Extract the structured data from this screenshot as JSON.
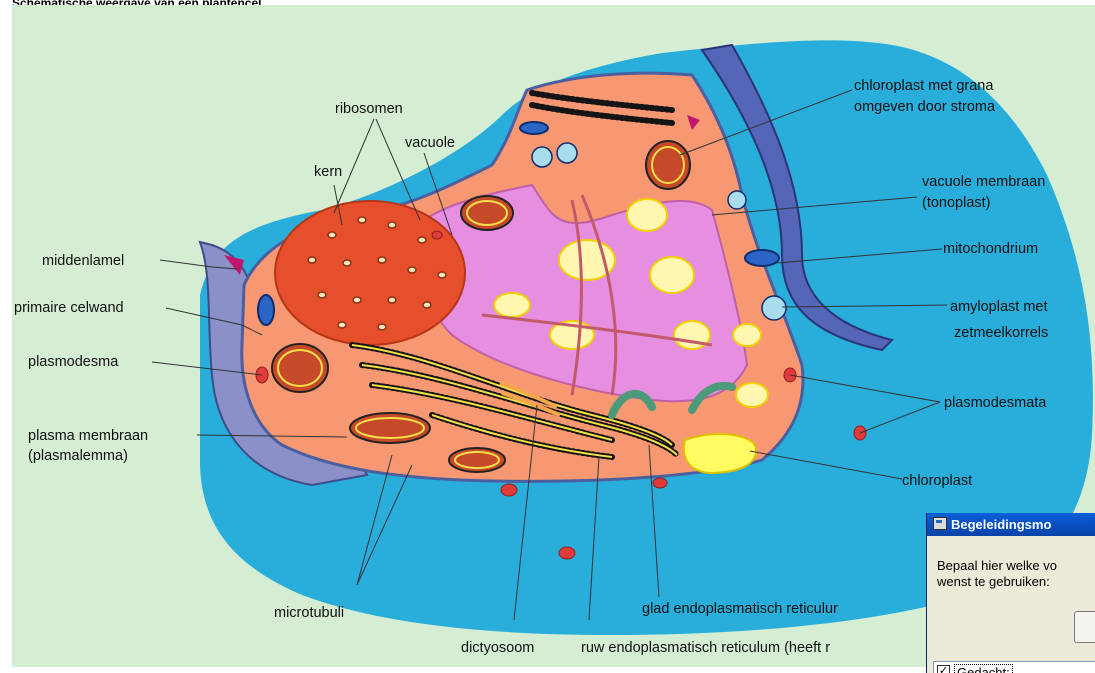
{
  "caption": "Schematische weergave van een plantencel",
  "labels": {
    "ribosomen": "ribosomen",
    "vacuole": "vacuole",
    "kern": "kern",
    "middenlamel": "middenlamel",
    "primaire_celwand": "primaire celwand",
    "plasmodesma": "plasmodesma",
    "plasma_membraan_1": "plasma membraan",
    "plasma_membraan_2": "(plasmalemma)",
    "microtubuli": "microtubuli",
    "dictyosoom": "dictyosoom",
    "ruw_er": "ruw endoplasmatisch reticulum (heeft r",
    "glad_er": "glad endoplasmatisch reticulur",
    "chloroplast": "chloroplast",
    "plasmodesmata": "plasmodesmata",
    "amyloplast_1": "amyloplast met",
    "amyloplast_2": "zetmeelkorrels",
    "mitochondrium": "mitochondrium",
    "vacuole_membraan_1": "vacuole membraan",
    "vacuole_membraan_2": "(tonoplast)",
    "chloroplast_grana_1": "chloroplast met grana",
    "chloroplast_grana_2": "omgeven door stroma"
  },
  "dialog": {
    "title": "Begeleidingsmo",
    "text_line1": "Bepaal hier welke vo",
    "text_line2": "wenst te gebruiken:",
    "check_mark": "✓",
    "list_item": "Gedacht:"
  }
}
